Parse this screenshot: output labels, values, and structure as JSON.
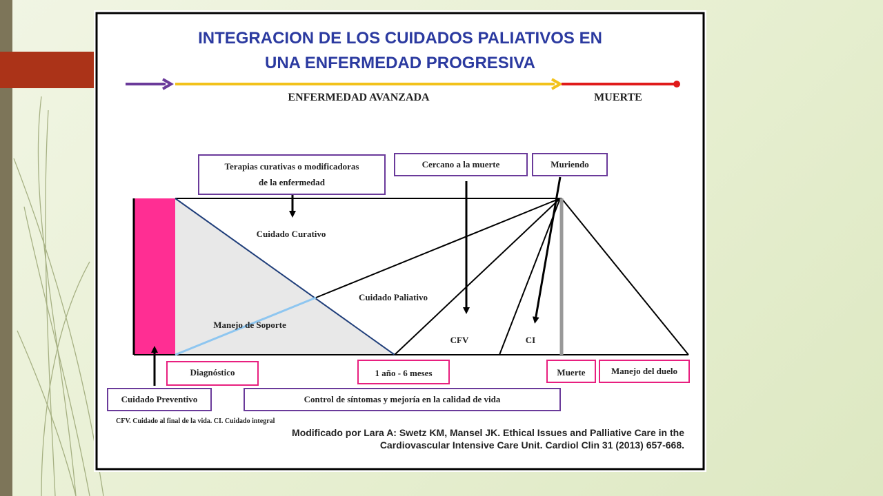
{
  "title": {
    "line1": "INTEGRACION DE LOS CUIDADOS PALIATIVOS EN",
    "line2": "UNA ENFERMEDAD PROGRESIVA"
  },
  "timeline": {
    "advanced": "ENFERMEDAD AVANZADA",
    "death": "MUERTE"
  },
  "boxes": {
    "therapies_line1": "Terapias curativas o modificadoras",
    "therapies_line2": "de la enfermedad",
    "near_death": "Cercano a la muerte",
    "dying": "Muriendo",
    "diagnosis": "Diagnóstico",
    "period": "1 año -  6 meses",
    "death": "Muerte",
    "grief": "Manejo del duelo",
    "preventive": "Cuidado Preventivo",
    "symptom_control": "Control de síntomas y mejoría en la calidad de vida"
  },
  "regions": {
    "curative": "Cuidado Curativo",
    "palliative": "Cuidado Paliativo",
    "support": "Manejo de Soporte",
    "cfv": "CFV",
    "ci": "CI"
  },
  "footer": {
    "abbreviations": "CFV. Cuidado al final de la vida. CI. Cuidado integral",
    "source_line1": "Modificado por Lara A: Swetz KM, Mansel JK. Ethical Issues and Palliative Care in the",
    "source_line2": "Cardiovascular Intensive Care Unit. Cardiol Clin 31 (2013) 657-668."
  },
  "colors": {
    "title_blue": "#2b3aa0",
    "purple": "#6a3a9a",
    "yellow": "#f2c21b",
    "red": "#e01a1a",
    "pink": "#ff2e93",
    "box_pink": "#e81f7f",
    "support_gray": "#e8e8e8",
    "light_blue": "#8ec6f0"
  }
}
